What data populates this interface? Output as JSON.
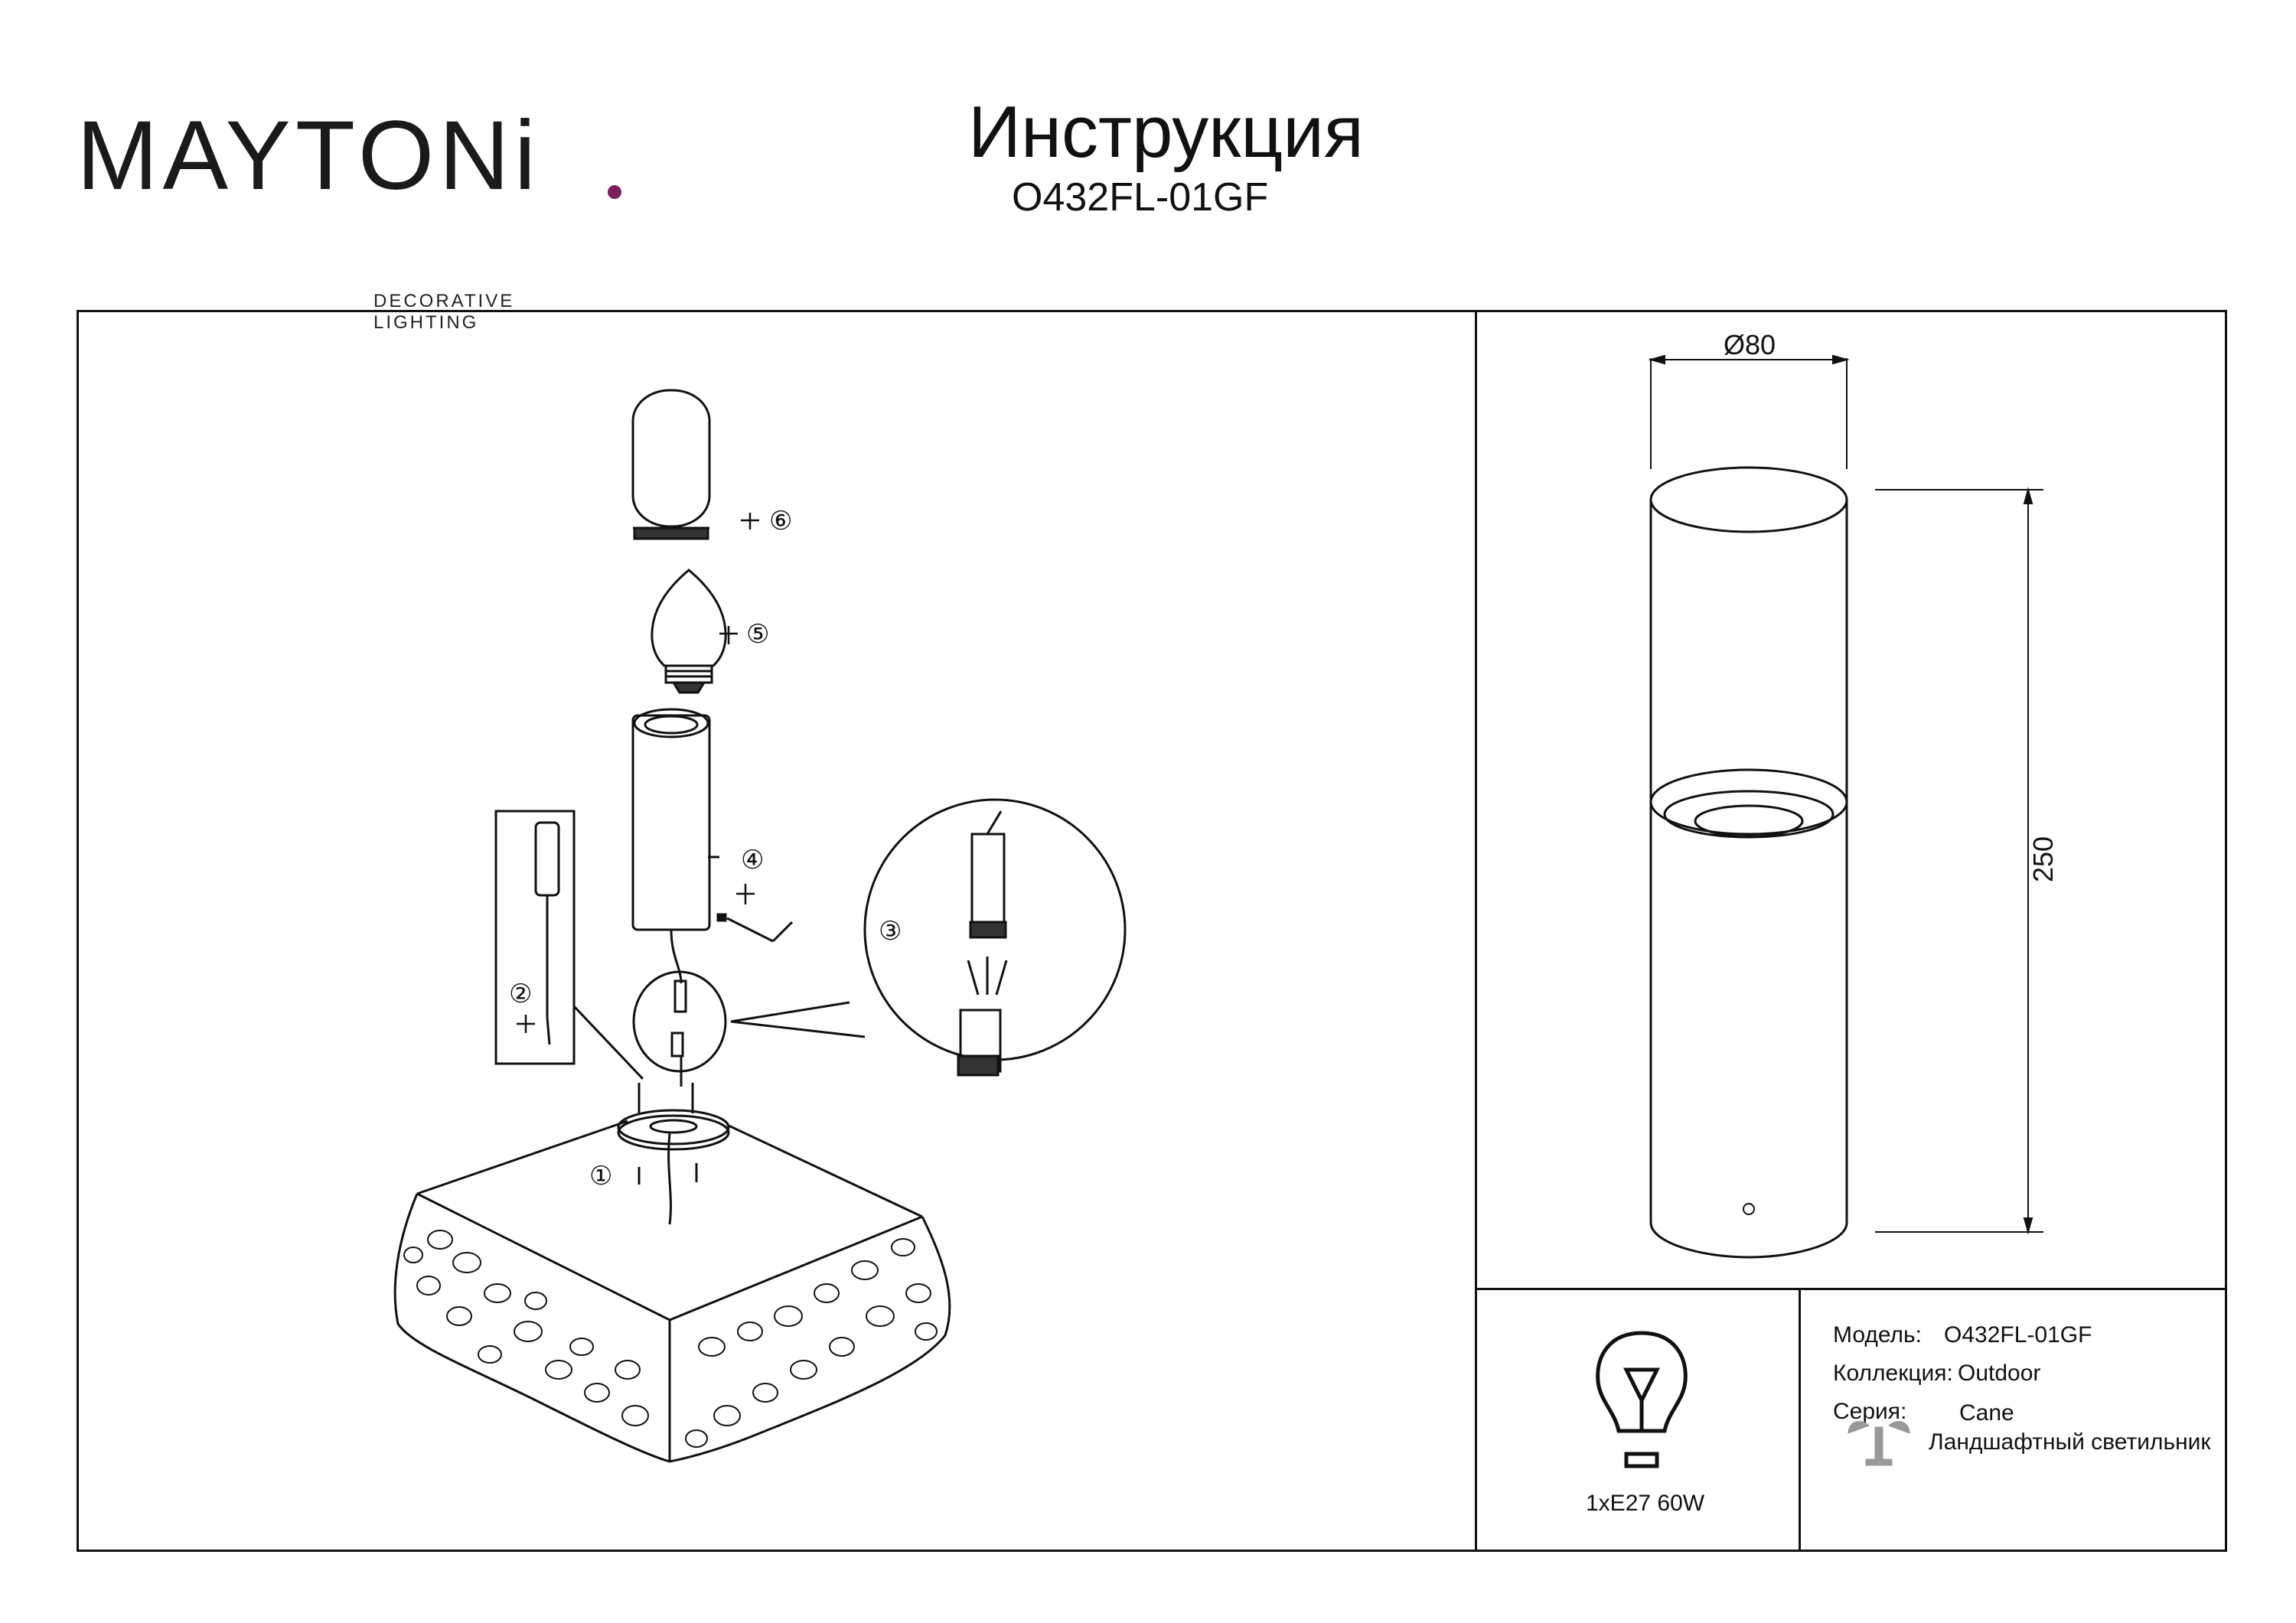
{
  "header": {
    "brand": "MAYTONi",
    "brand_tagline": "DECORATIVE LIGHTING",
    "title": "Инструкция",
    "model_code": "O432FL-01GF"
  },
  "assembly": {
    "steps": [
      "①",
      "②",
      "③",
      "④",
      "⑤",
      "⑥"
    ]
  },
  "dimensions": {
    "diameter": "Ø80",
    "height": "250"
  },
  "bulb": {
    "spec": "1xE27 60W"
  },
  "specs": {
    "model_label": "Модель:",
    "model_value": "O432FL-01GF",
    "collection_label": "Коллекция:",
    "collection_value": "Outdoor",
    "series_label": "Серия:",
    "series_value": "Cane",
    "type_value": "Ландшафтный светильник"
  },
  "colors": {
    "brand_accent": "#7a1f5c",
    "line": "#111111"
  }
}
